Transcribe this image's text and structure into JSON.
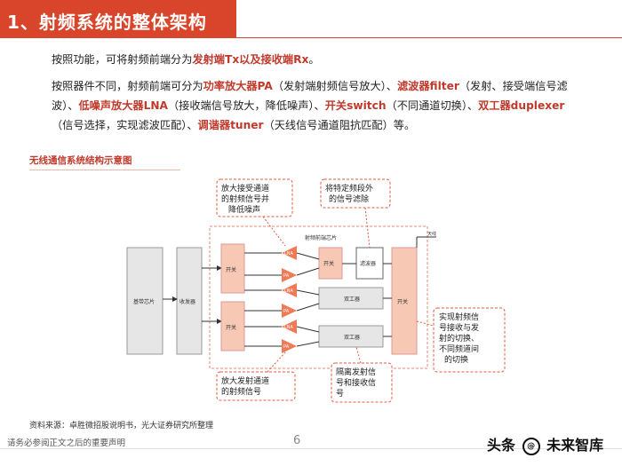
{
  "header": {
    "title": "1、射频系统的整体架构"
  },
  "paragraphs": {
    "p1_a": "按照功能，可将射频前端分为",
    "p1_b": "发射端Tx以及接收端Rx",
    "p1_c": "。",
    "p2_a": "按照器件不同，射频前端可分为",
    "p2_b": "功率放大器PA",
    "p2_c": "（发射端射频信号放大）、",
    "p2_d": "滤波器filter",
    "p2_e": "（发射、接受端信号滤波）、",
    "p2_f": "低噪声放大器LNA",
    "p2_g": "（接收端信号放大，降低噪声）、",
    "p2_h": "开关switch",
    "p2_i": "（不同通道切换）、",
    "p2_j": "双工器duplexer",
    "p2_k": "（信号选择，实现滤波匹配）、",
    "p2_l": "调谐器tuner",
    "p2_m": "（天线信号通道阻抗匹配）等。"
  },
  "figure": {
    "caption": "无线通信系统结构示意图",
    "labels": {
      "baseband": "基带芯片",
      "transceiver": "收发器",
      "rf_frontend": "射频前端芯片",
      "switch": "开关",
      "filter": "滤波器",
      "duplexer": "双工器",
      "lna": "LNA",
      "pa": "PA",
      "antenna": "天线"
    },
    "callouts": {
      "c1": [
        "放大接受通道",
        "的射频信号并",
        "降低噪声"
      ],
      "c2": [
        "将特定频段外",
        "的信号滤除"
      ],
      "c3": [
        "实现射频信",
        "号接收与发",
        "射的切换、",
        "不同频道间",
        "的切换"
      ],
      "c4": [
        "放大发射通道",
        "的射频信号"
      ],
      "c5": [
        "隔离发射信",
        "号和接收信",
        "号"
      ]
    }
  },
  "source": "资料来源：卓胜微招股说明书，光大证券研究所整理",
  "footer": {
    "note": "请务必参阅正文之后的重要声明",
    "page": "6"
  },
  "watermark": {
    "text_a": "头条",
    "text_b": "未来智库"
  },
  "colors": {
    "accent": "#d8452a",
    "highlight": "#c0392b",
    "block_fill": "#f7c9b4",
    "callout_border": "#e05a3a"
  }
}
